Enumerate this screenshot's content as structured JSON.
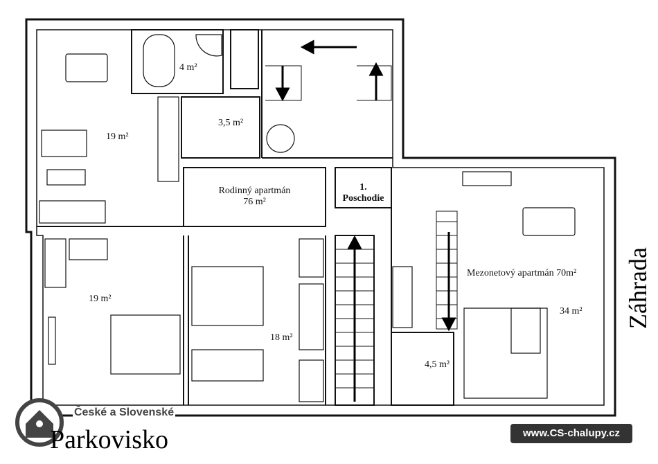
{
  "rooms": {
    "living_top_left": "19 m²",
    "bathroom": "4 m²",
    "washroom": "3,5 m²",
    "family_apartment_name": "Rodinný apartmán",
    "family_apartment_area": "76 m²",
    "floor_label_1": "1.",
    "floor_label_2": "Poschodie",
    "bedroom_left": "19 m²",
    "bedroom_mid": "18 m²",
    "maisonette": "Mezonetový apartmán 70m²",
    "maisonette_living": "34 m²",
    "maisonette_bath": "4,5 m²"
  },
  "outside": {
    "garden": "Záhrada",
    "parking": "Parkovisko"
  },
  "branding": {
    "logo_text": "České a Slovenské",
    "website": "www.CS-chalupy.cz",
    "badge_color": "#333333"
  }
}
